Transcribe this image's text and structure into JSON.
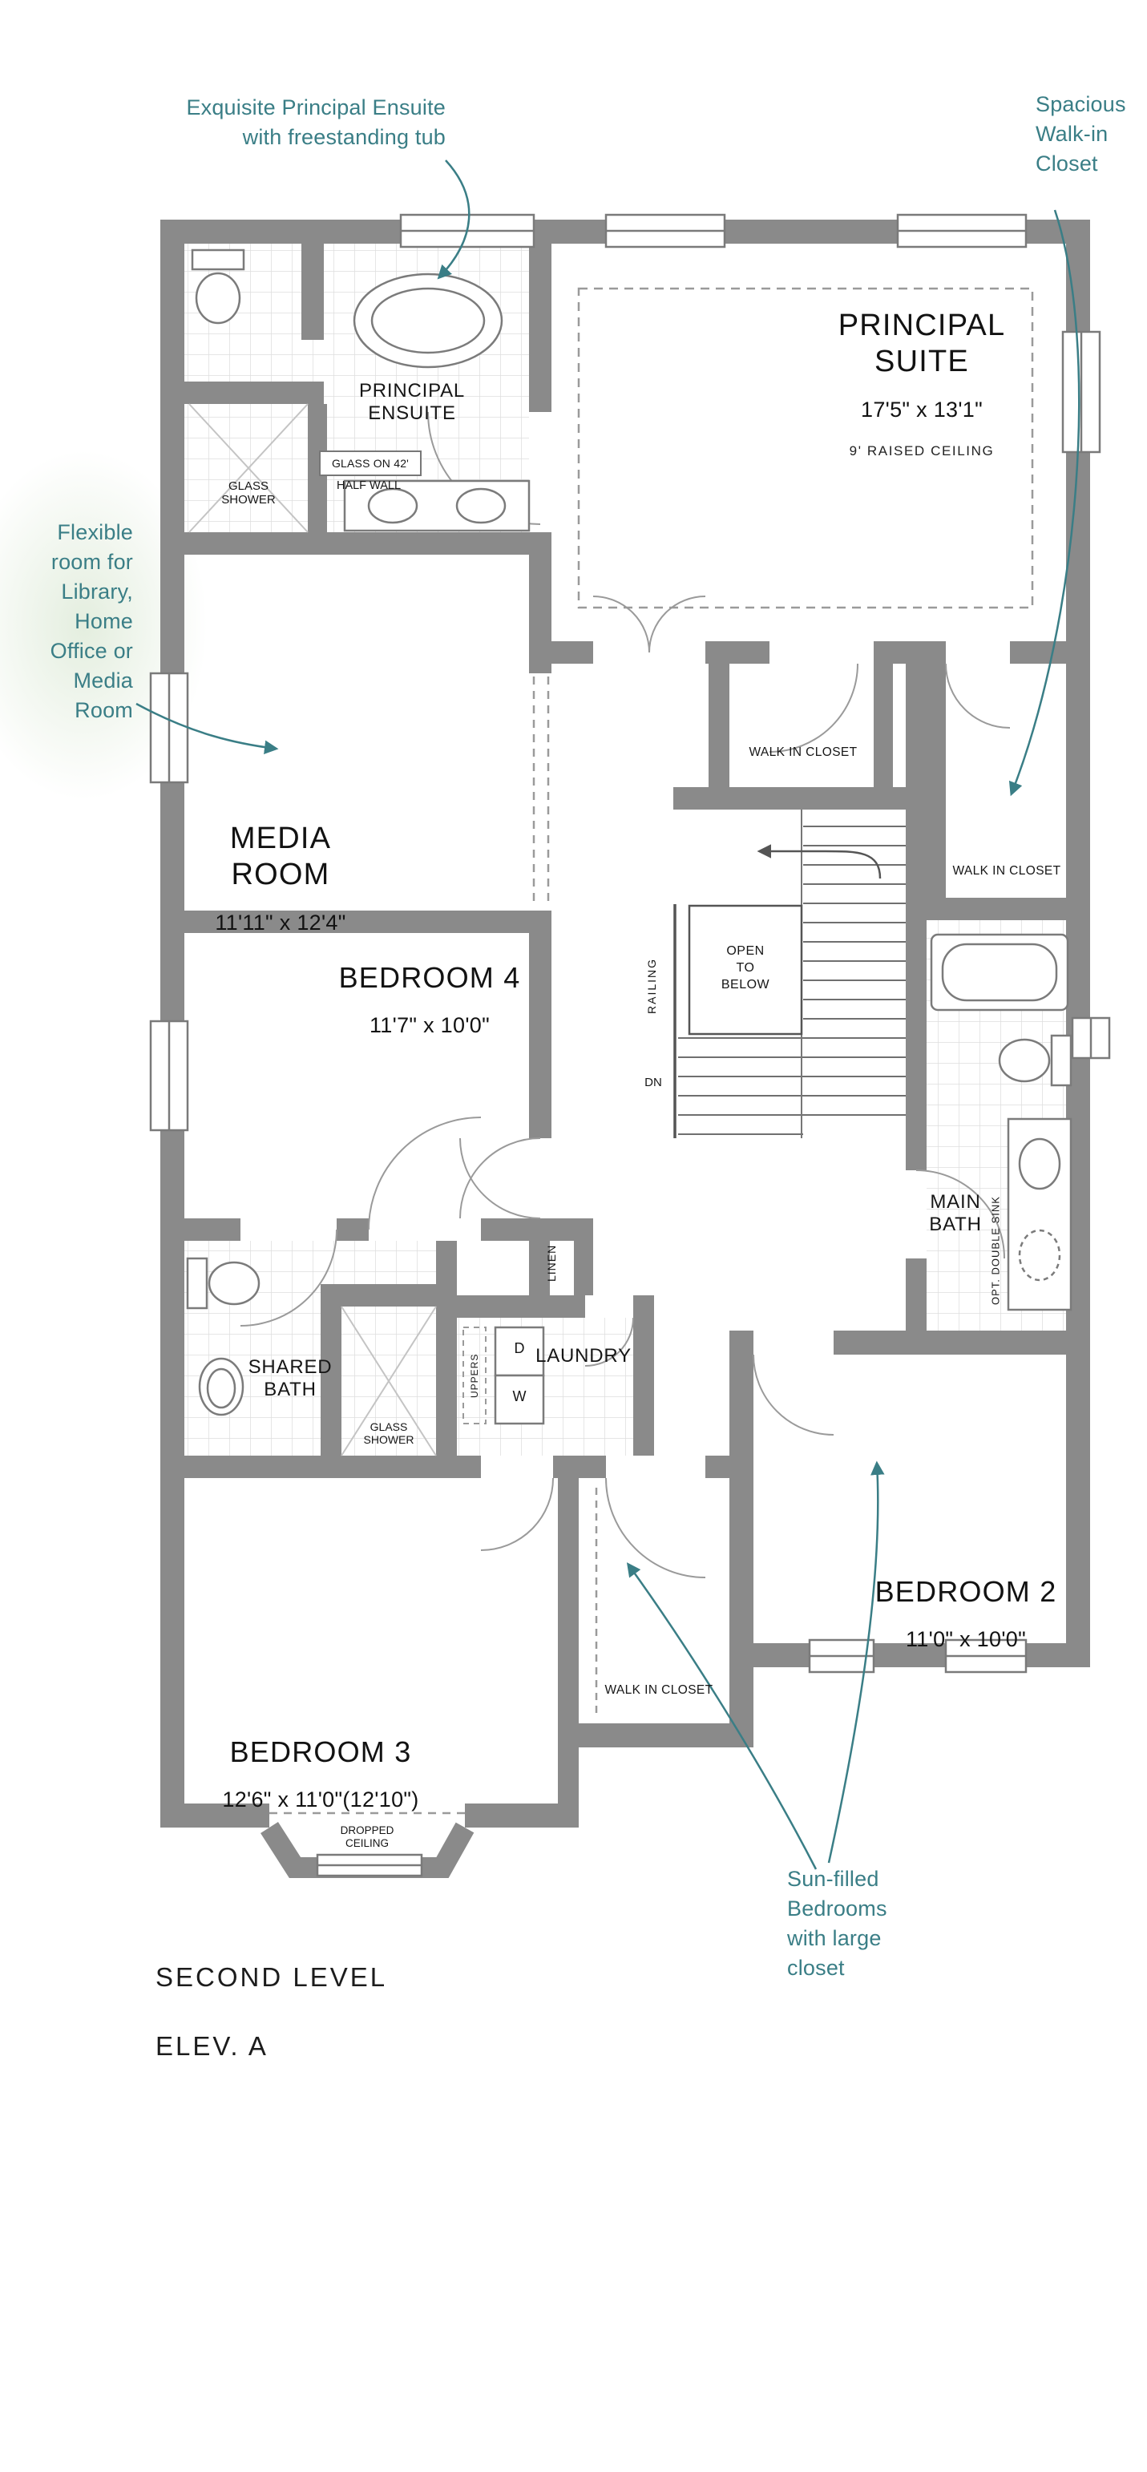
{
  "title": {
    "line1": "SECOND LEVEL",
    "line2": "ELEV. A"
  },
  "annotations": {
    "ensuite": "Exquisite Principal Ensuite\nwith freestanding tub",
    "walk_in_closet": "Spacious\nWalk-in\nCloset",
    "flexible_room": "Flexible\nroom for\nLibrary,\nHome\nOffice or\nMedia\nRoom",
    "sun_filled": "Sun-filled\nBedrooms\nwith large\ncloset"
  },
  "rooms": {
    "principal_suite": {
      "name": "PRINCIPAL\nSUITE",
      "dims": "17'5\" x 13'1\"",
      "ceiling_note": "9' RAISED CEILING"
    },
    "principal_ensuite": {
      "name": "PRINCIPAL\nENSUITE"
    },
    "media_room": {
      "name": "MEDIA\nROOM",
      "dims": "11'11\" x 12'4\""
    },
    "bedroom_4": {
      "name": "BEDROOM 4",
      "dims": "11'7\" x 10'0\""
    },
    "bedroom_3": {
      "name": "BEDROOM 3",
      "dims": "12'6\" x 11'0\"(12'10\")"
    },
    "bedroom_2": {
      "name": "BEDROOM 2",
      "dims": "11'0\" x 10'0\""
    },
    "main_bath": {
      "name": "MAIN\nBATH"
    },
    "shared_bath": {
      "name": "SHARED\nBATH"
    },
    "laundry": {
      "name": "LAUNDRY"
    }
  },
  "labels": {
    "walk_in_closet": "WALK IN CLOSET",
    "glass_shower": "GLASS\nSHOWER",
    "glass_half_wall_line1": "GLASS ON 42'",
    "glass_half_wall_line2": "HALF WALL",
    "open_to_below": "OPEN\nTO\nBELOW",
    "railing": "RAILING",
    "down": "DN",
    "linen": "LINEN",
    "uppers": "UPPERS",
    "dryer": "D",
    "washer": "W",
    "opt_double_sink": "OPT. DOUBLE SINK",
    "dropped_ceiling": "DROPPED\nCEILING"
  }
}
